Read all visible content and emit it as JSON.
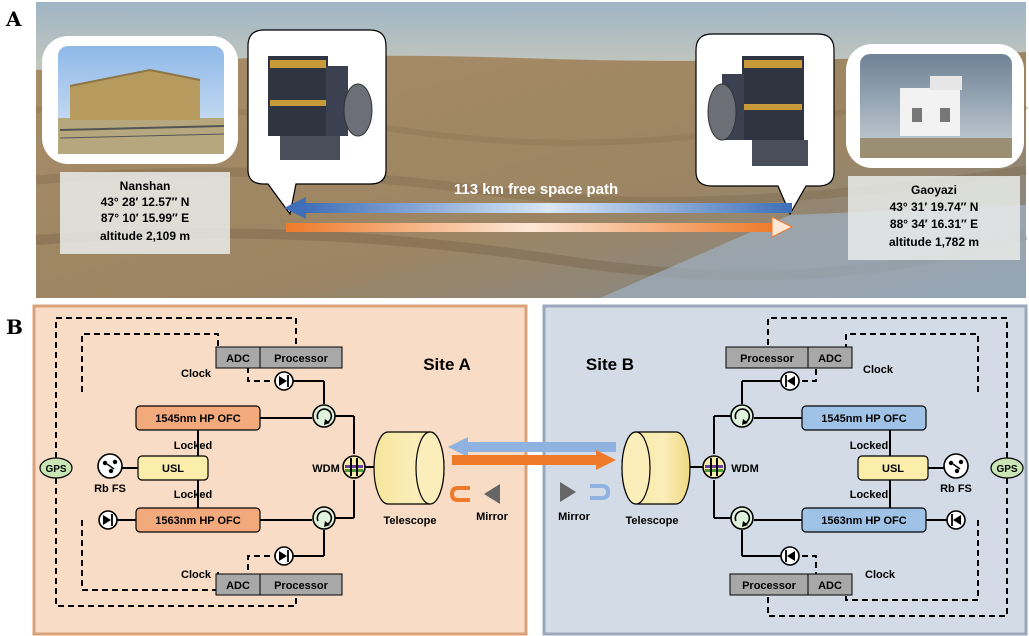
{
  "panel_a": {
    "label": "A",
    "path_label": "113 km free space path",
    "site_left": {
      "name": "Nanshan",
      "lat": "43° 28′ 12.57″ N",
      "lon": "87° 10′ 15.99″ E",
      "alt": "altitude 2,109 m"
    },
    "site_right": {
      "name": "Gaoyazi",
      "lat": "43° 31′ 19.74″ N",
      "lon": "88° 34′ 16.31″ E",
      "alt": "altitude 1,782 m"
    }
  },
  "panel_b": {
    "label": "B",
    "site_a": {
      "title": "Site A",
      "ofc_top": "1545nm HP OFC",
      "ofc_bottom": "1563nm HP OFC",
      "usl": "USL",
      "locked": "Locked",
      "gps": "GPS",
      "rbfs": "Rb FS",
      "wdm": "WDM",
      "telescope": "Telescope",
      "mirror": "Mirror",
      "adc": "ADC",
      "processor": "Processor",
      "clock": "Clock"
    },
    "site_b": {
      "title": "Site B",
      "ofc_top": "1545nm HP OFC",
      "ofc_bottom": "1563nm HP OFC",
      "usl": "USL",
      "locked": "Locked",
      "gps": "GPS",
      "rbfs": "Rb FS",
      "wdm": "WDM",
      "telescope": "Telescope",
      "mirror": "Mirror",
      "adc": "ADC",
      "processor": "Processor",
      "clock": "Clock"
    }
  },
  "colors": {
    "site_a_bg": "#f8dcc6",
    "site_b_bg": "#d2dbe6",
    "ofc_a": "#f2a97c",
    "ofc_b": "#9fc3e6",
    "usl": "#fbeeab",
    "adc": "#a8a8a8",
    "beam_blue": "#8fb2e0",
    "beam_orange": "#ee7a2a"
  }
}
